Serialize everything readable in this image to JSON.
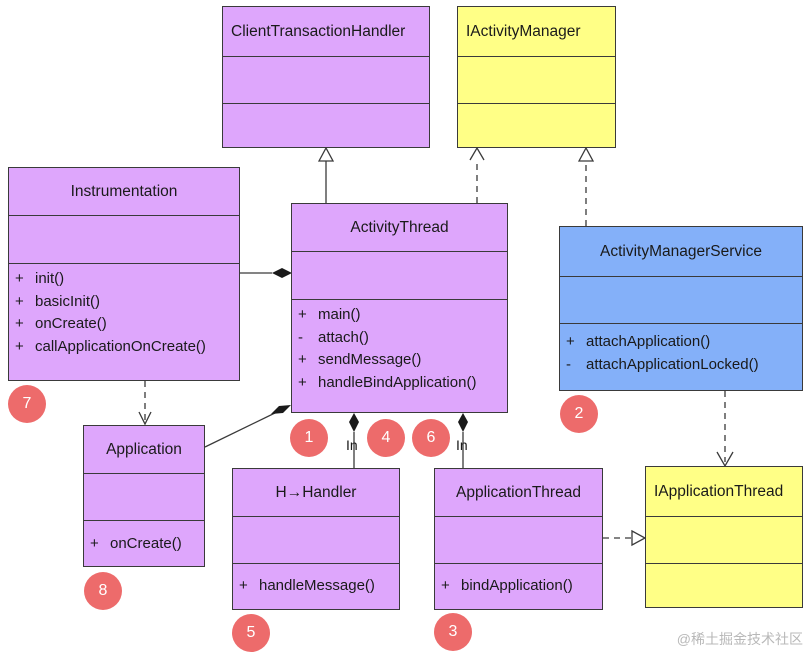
{
  "classes": {
    "client_transaction_handler": {
      "name": "ClientTransactionHandler"
    },
    "iactivity_manager": {
      "name": "IActivityManager"
    },
    "instrumentation": {
      "name": "Instrumentation",
      "methods": [
        {
          "vis": "+",
          "name": "init()"
        },
        {
          "vis": "+",
          "name": "basicInit()"
        },
        {
          "vis": "+",
          "name": "onCreate()"
        },
        {
          "vis": "+",
          "name": "callApplicationOnCreate()"
        }
      ]
    },
    "activity_thread": {
      "name": "ActivityThread",
      "methods": [
        {
          "vis": "+",
          "name": "main()"
        },
        {
          "vis": "-",
          "name": "attach()"
        },
        {
          "vis": "+",
          "name": "sendMessage()"
        },
        {
          "vis": "+",
          "name": "handleBindApplication()"
        }
      ]
    },
    "activity_manager_service": {
      "name": "ActivityManagerService",
      "methods": [
        {
          "vis": "+",
          "name": "attachApplication()"
        },
        {
          "vis": "-",
          "name": "attachApplicationLocked()"
        }
      ]
    },
    "application": {
      "name": "Application",
      "methods": [
        {
          "vis": "+",
          "name": "onCreate()"
        }
      ]
    },
    "h_handler": {
      "name": "H→Handler",
      "methods": [
        {
          "vis": "+",
          "name": "handleMessage()"
        }
      ]
    },
    "application_thread": {
      "name": "ApplicationThread",
      "methods": [
        {
          "vis": "+",
          "name": "bindApplication()"
        }
      ]
    },
    "iapplication_thread": {
      "name": "IApplicationThread"
    }
  },
  "association_labels": {
    "h_handler": "In",
    "application_thread": "In"
  },
  "step_badges": {
    "step1": "1",
    "step2": "2",
    "step3": "3",
    "step4": "4",
    "step5": "5",
    "step6": "6",
    "step7": "7",
    "step8": "8"
  },
  "watermark": "@稀土掘金技术社区",
  "colors": {
    "class_fill": "#dea6fc",
    "interface_fill": "#ffff86",
    "service_fill": "#84b0f9",
    "badge_fill": "#ed6b6b",
    "line_color": "#3a3a3a"
  }
}
